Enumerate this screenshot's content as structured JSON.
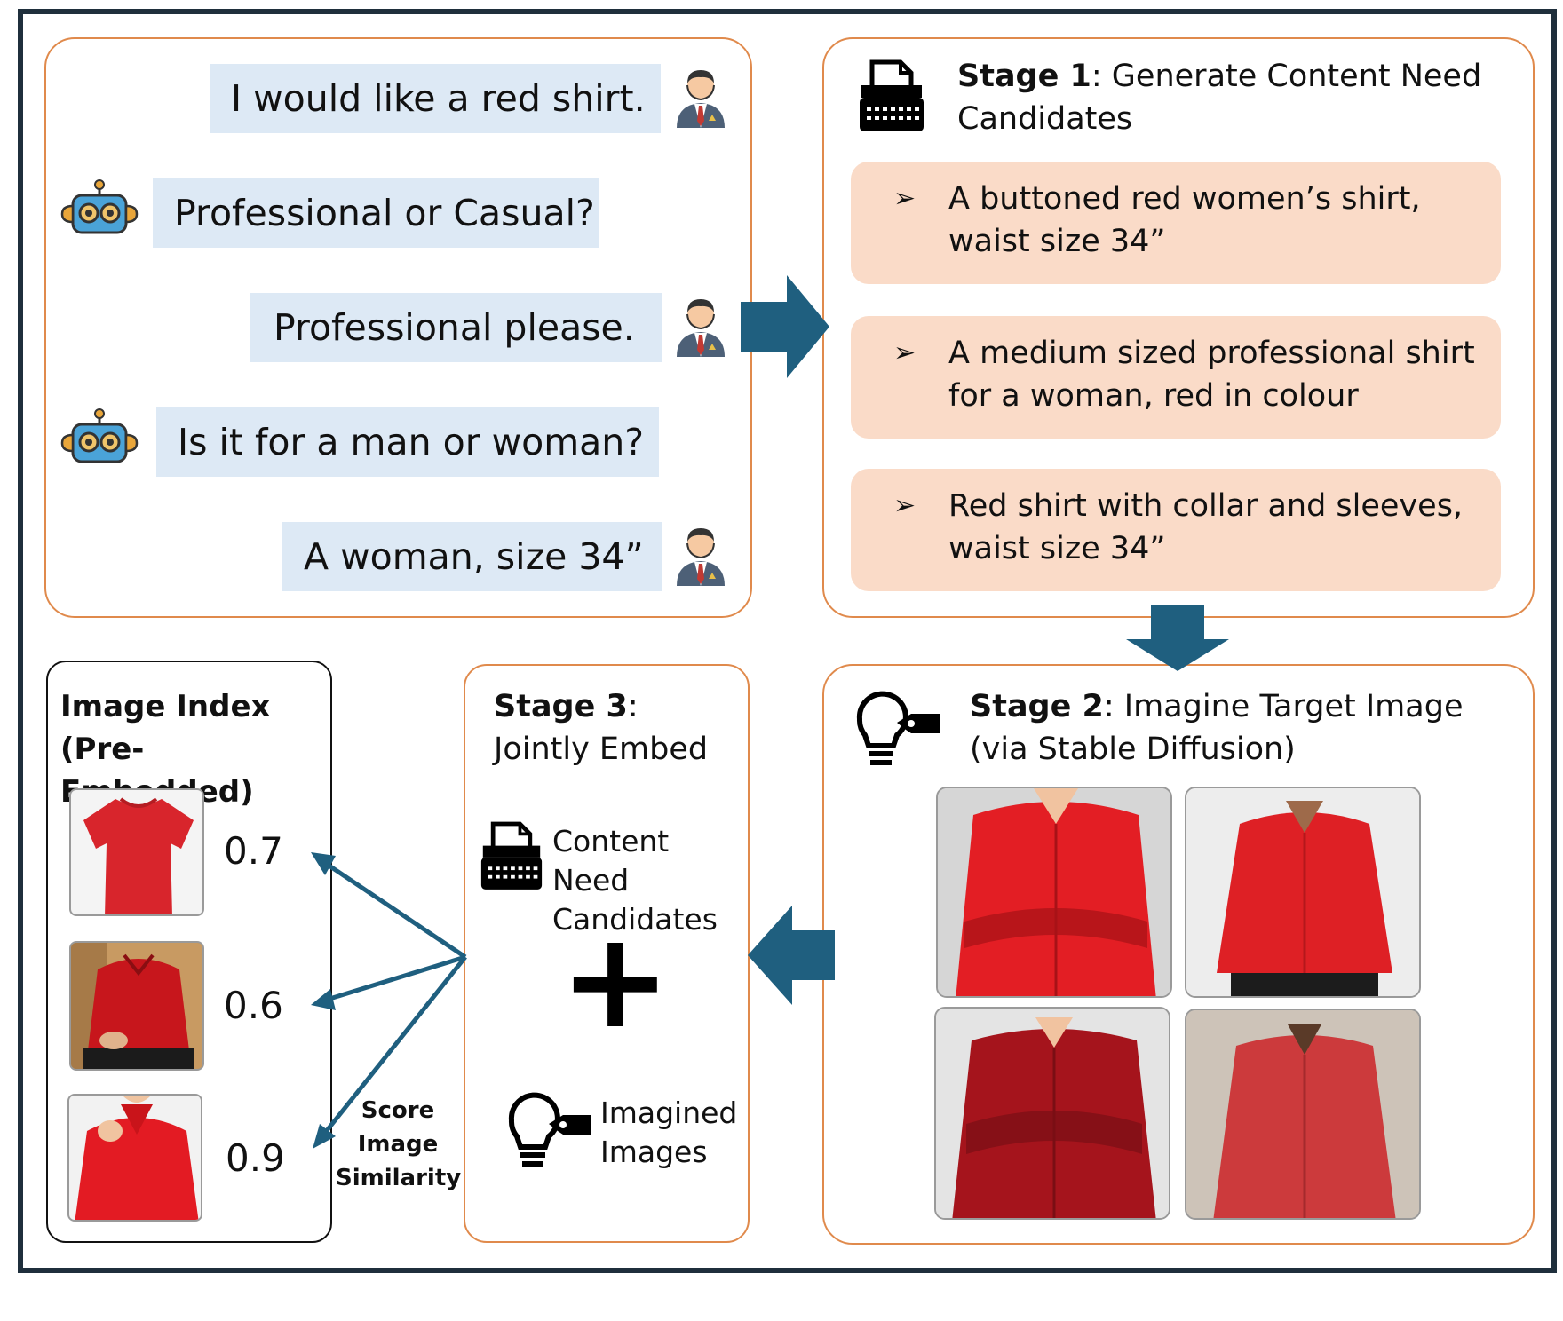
{
  "chat": {
    "messages": [
      {
        "speaker": "user",
        "text": "I would like a red shirt."
      },
      {
        "speaker": "bot",
        "text": "Professional or Casual?"
      },
      {
        "speaker": "user",
        "text": "Professional please."
      },
      {
        "speaker": "bot",
        "text": "Is it for a man or woman?"
      },
      {
        "speaker": "user",
        "text": "A woman, size 34”"
      }
    ]
  },
  "stage1": {
    "label": "Stage 1",
    "title": ": Generate Content Need Candidates",
    "candidates": [
      "A buttoned red women’s shirt, waist size 34”",
      "A medium sized professional shirt for a woman, red in colour",
      "Red shirt with collar and sleeves, waist size 34”"
    ]
  },
  "stage2": {
    "label": "Stage 2",
    "title": ": Imagine Target Image (via Stable Diffusion)"
  },
  "stage3": {
    "label": "Stage 3",
    "title": ": Jointly Embed",
    "content_label": "Content Need Candidates",
    "plus": "+",
    "images_label": "Imagined Images"
  },
  "index": {
    "title": "Image Index (Pre-Embedded)",
    "items": [
      {
        "score": "0.7"
      },
      {
        "score": "0.6"
      },
      {
        "score": "0.9"
      }
    ],
    "score_label": "Score Image Similarity"
  },
  "colors": {
    "arrow": "#1f5f7f",
    "panel_border": "#e08a4c",
    "bubble": "#dde9f5",
    "candidate": "#fadbc8",
    "frame": "#1f2f3c",
    "shirt_red": "#d9262c"
  },
  "icons": {
    "user": "businessman-avatar-icon",
    "bot": "robot-icon",
    "typewriter": "typewriter-icon",
    "idea": "lightbulb-icon"
  }
}
